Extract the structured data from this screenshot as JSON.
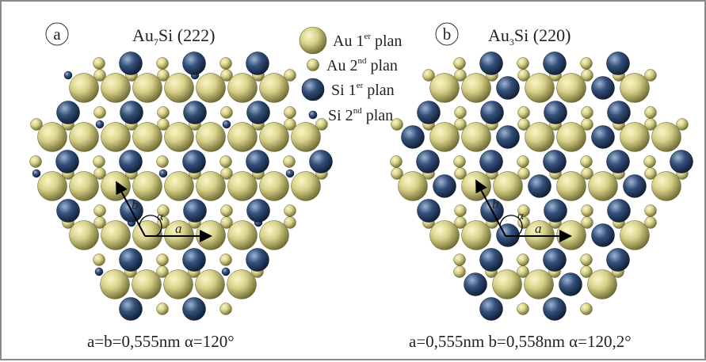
{
  "panels": [
    {
      "letter": "a",
      "title": {
        "main": "Au",
        "sub": "7",
        "rest": "Si (222)"
      },
      "vector_a": "a",
      "vector_b": "b",
      "angle": "α",
      "params": "a=b=0,555nm α=120°",
      "lattice_variant": "Au7Si"
    },
    {
      "letter": "b",
      "title": {
        "main": "Au",
        "sub": "3",
        "rest": "Si (220)"
      },
      "vector_a": "a",
      "vector_b": "b",
      "angle": "α",
      "params": "a=0,555nm b=0,558nm α=120,2°",
      "lattice_variant": "Au3Si"
    }
  ],
  "legend": [
    {
      "species": "Au 1",
      "sup": "er",
      "rest": " plan",
      "kind": "au1"
    },
    {
      "species": "Au 2",
      "sup": "nd",
      "rest": " plan",
      "kind": "au2"
    },
    {
      "species": "Si 1",
      "sup": "er",
      "rest": " plan",
      "kind": "si1"
    },
    {
      "species": "Si 2",
      "sup": "nd",
      "rest": " plan",
      "kind": "si2"
    }
  ],
  "colors": {
    "gold_light": "#fbf7c8",
    "gold": "#d8d18a",
    "gold_dark": "#6d6a32",
    "blue_light": "#9fb4d2",
    "blue": "#33507a",
    "blue_dark": "#101d33",
    "border": "#8a8a8a"
  }
}
